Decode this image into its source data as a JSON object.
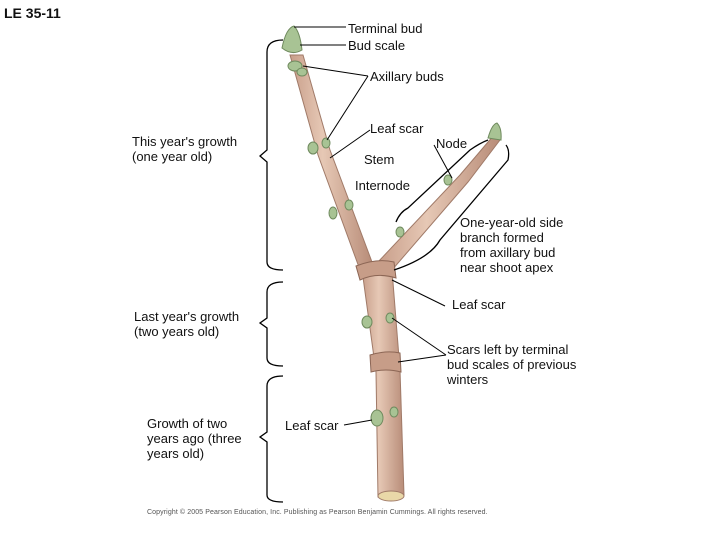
{
  "figure": {
    "title": "LE 35-11",
    "labels": {
      "terminal_bud": "Terminal bud",
      "bud_scale": "Bud scale",
      "axillary_buds": "Axillary buds",
      "leaf_scar_top": "Leaf scar",
      "node": "Node",
      "stem": "Stem",
      "internode": "Internode",
      "side_branch": [
        "One-year-old side",
        "branch formed",
        "from axillary bud",
        "near shoot apex"
      ],
      "leaf_scar_mid": "Leaf scar",
      "scars_terminal": [
        "Scars left by terminal",
        "bud scales of previous",
        "winters"
      ],
      "leaf_scar_bottom": "Leaf scar"
    },
    "growth_labels": {
      "this_year": [
        "This year's growth",
        "(one year old)"
      ],
      "last_year": [
        "Last year's growth",
        "(two years old)"
      ],
      "two_years_ago": [
        "Growth of two",
        "years ago (three",
        "years old)"
      ]
    },
    "copyright": "Copyright © 2005 Pearson Education, Inc. Publishing as Pearson Benjamin Cummings. All rights reserved.",
    "colors": {
      "stem": "#dcb9a4",
      "stem_shadow": "#b98f7c",
      "bud": "#a8c394",
      "line": "#000000"
    }
  }
}
